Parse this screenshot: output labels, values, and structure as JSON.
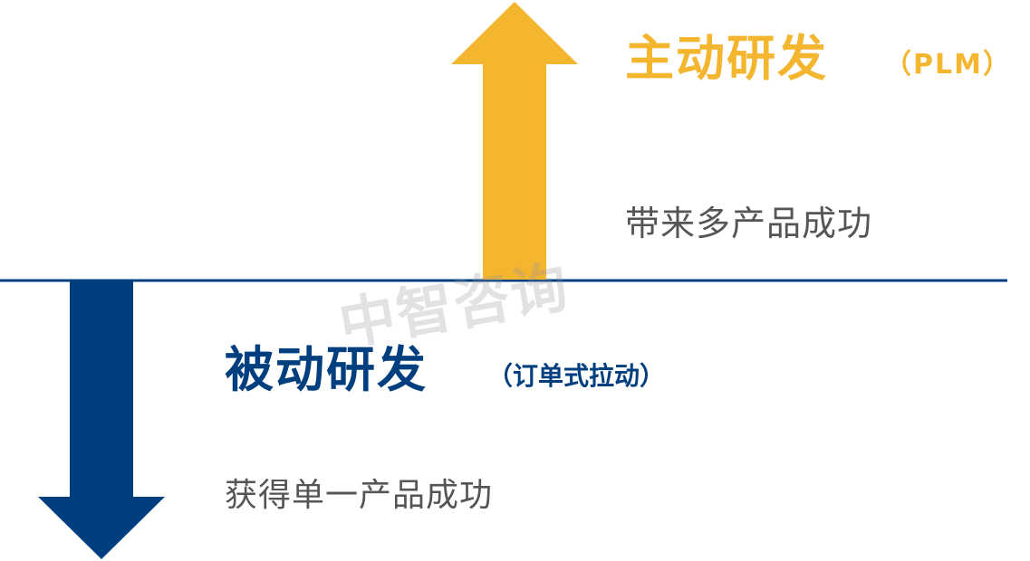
{
  "colors": {
    "active": "#f4b52f",
    "passive": "#003f7f",
    "baseline": "#003f7f",
    "subtext": "#555555"
  },
  "active": {
    "title": "主动研发",
    "suffix": "（PLM）",
    "subtitle": "带来多产品成功"
  },
  "passive": {
    "title": "被动研发",
    "suffix": "（订单式拉动）",
    "subtitle": "获得单一产品成功"
  },
  "watermark": {
    "text": "中智咨询"
  }
}
